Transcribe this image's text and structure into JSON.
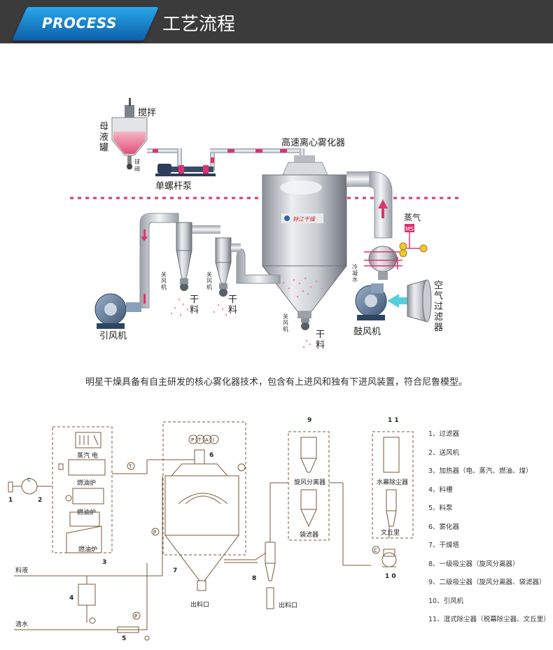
{
  "header": {
    "badge": "PROCESS",
    "title": "工艺流程"
  },
  "top_diagram": {
    "stir": "搅拌",
    "mother_tank": [
      "母",
      "液",
      "罐"
    ],
    "ball_valve": [
      "球",
      "阀"
    ],
    "screw_pump": "单螺杆泵",
    "atomizer": "高速离心雾化器",
    "steam": "蒸气",
    "ms": "MS",
    "cooling_water": [
      "冷",
      "凝",
      "水"
    ],
    "air_filter": [
      "空",
      "气",
      "过",
      "滤",
      "器"
    ],
    "blower": "鼓风机",
    "induced_fan": "引风机",
    "damper": [
      "关",
      "风",
      "机"
    ],
    "dry_material": [
      "干",
      "料"
    ]
  },
  "caption": "明星干燥具备有自主研发的核心雾化器技术，包含有上进风和独有下进风装置，符合尼鲁模型。",
  "bottom_diagram": {
    "steam_elec": "蒸汽  电",
    "oil_furnace": "燃油炉",
    "cyclone_sep": "旋风分离器",
    "bag_filter": "袋滤器",
    "water_curtain": "水幕除尘器",
    "venturi": "文丘里",
    "liquid": "料液",
    "clean_water": "清水",
    "outlet": "出料口",
    "ptai": [
      "P",
      "T",
      "A",
      "I"
    ],
    "t_mark": "T",
    "p_mark": "P",
    "c_mark": "C",
    "numbers": {
      "n1": "1",
      "n2": "2",
      "n3": "3",
      "n4": "4",
      "n5": "5",
      "n6": "6",
      "n7": "7",
      "n8": "8",
      "n9": "9",
      "n10": "1 0",
      "n11": "1 1"
    }
  },
  "legend": [
    "1、过滤器",
    "2、送风机",
    "3、加热器（电、蒸汽、燃油、煤）",
    "4、料槽",
    "5、料泵",
    "6、雾化器",
    "7、干燥塔",
    "8、一级吸尘器（旋风分离器）",
    "9、二级吸尘器（旋风分离器、袋滤器）",
    "10、引风机",
    "11、湿式除尘器（税幕除尘器、文丘里）"
  ]
}
